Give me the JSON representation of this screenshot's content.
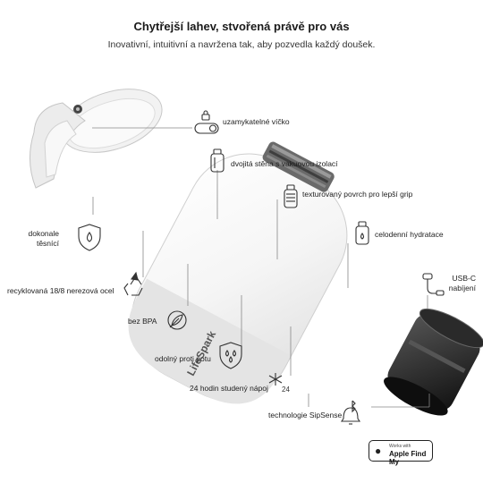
{
  "header": {
    "title": "Chytřejší lahev, stvořená právě pro vás",
    "subtitle": "Inovativní, intuitivní a navržena tak, aby pozvedla každý doušek."
  },
  "brand_text": "LifeSpark",
  "features": {
    "lockable_lid": "uzamykatelné víčko",
    "double_wall": "dvojitá stěna s vakuovou izolací",
    "textured_grip": "texturovaný  povrch pro lepší grip",
    "all_day_hydration": "celodenní hydratace",
    "perfect_seal": "dokonale\ntěsnící",
    "usb_c": "USB-C\nnabíjení",
    "recycled_steel": "recyklovaná 18/8 nerezová ocel",
    "bpa_free": "bez BPA",
    "sweat_proof": "odolný proti potu",
    "cold_24h": "24 hodin studený nápoj",
    "sipsense": "technologie SipSense"
  },
  "badge": {
    "small": "Works with",
    "big": "Apple Find My"
  },
  "icon_text": {
    "hours": "24"
  },
  "icons": [
    "lock-toggle-icon",
    "double-wall-bottle-icon",
    "textured-bottle-icon",
    "hydration-bottle-icon",
    "drop-shield-icon",
    "usb-c-cable-icon",
    "recycle-icon",
    "leaf-icon",
    "sweat-drops-icon",
    "snowflake-icon",
    "bell-bluetooth-icon",
    "apple-icon"
  ]
}
